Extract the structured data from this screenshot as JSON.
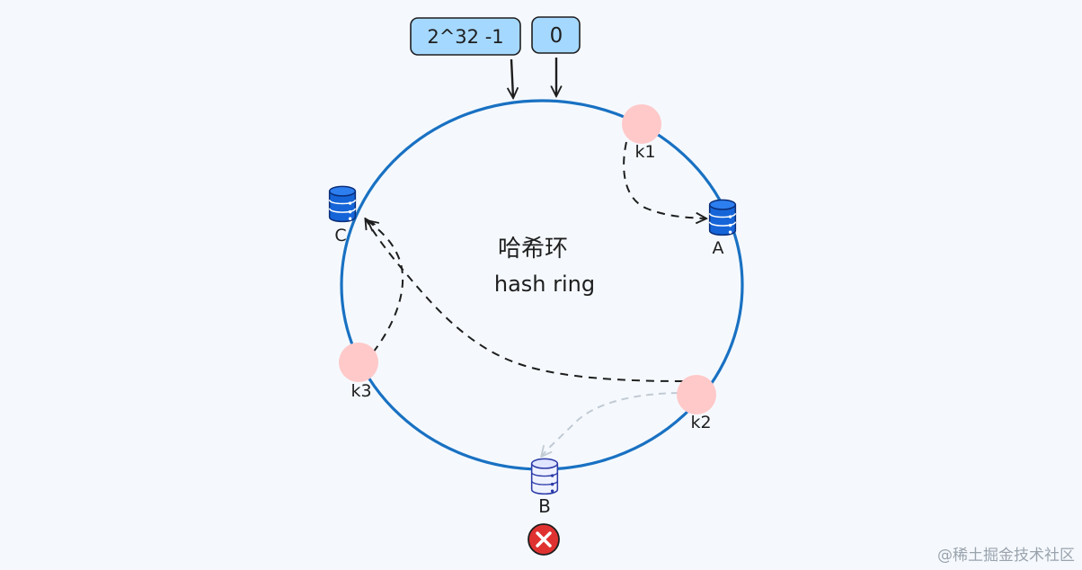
{
  "labels": {
    "max_value": "2^32 -1",
    "zero_value": "0",
    "center_title": "哈希环",
    "center_subtitle": "hash ring"
  },
  "keys": {
    "k1": "k1",
    "k2": "k2",
    "k3": "k3"
  },
  "servers": {
    "a": "A",
    "b": "B",
    "c": "C"
  },
  "watermark": "@稀土掘金技术社区",
  "colors": {
    "ring": "#1971c2",
    "key_node": "#ffc9c9",
    "label_box": "#a5d8ff",
    "server": "#1565d8",
    "failed_server": "#4a5bd8",
    "fail_mark": "#e03131",
    "background": "#f5f9fe"
  }
}
